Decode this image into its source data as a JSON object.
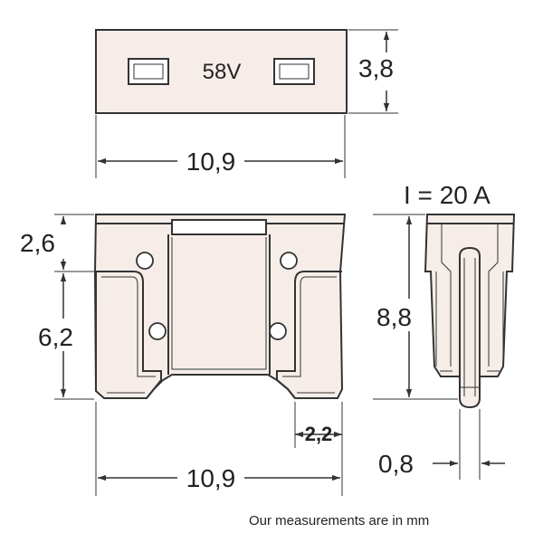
{
  "fuse": {
    "voltage_label": "58V",
    "current_label": "I = 20 A"
  },
  "dimensions": {
    "top_width": "10,9",
    "top_height": "3,8",
    "front_upper_height": "2,6",
    "front_lower_height": "6,2",
    "front_width": "10,9",
    "terminal_width": "2,2",
    "side_height": "8,8",
    "side_terminal_thickness": "0,8"
  },
  "footnote": "Our measurements are in mm",
  "colors": {
    "body_fill": "#f6ede9",
    "line": "#333333"
  }
}
